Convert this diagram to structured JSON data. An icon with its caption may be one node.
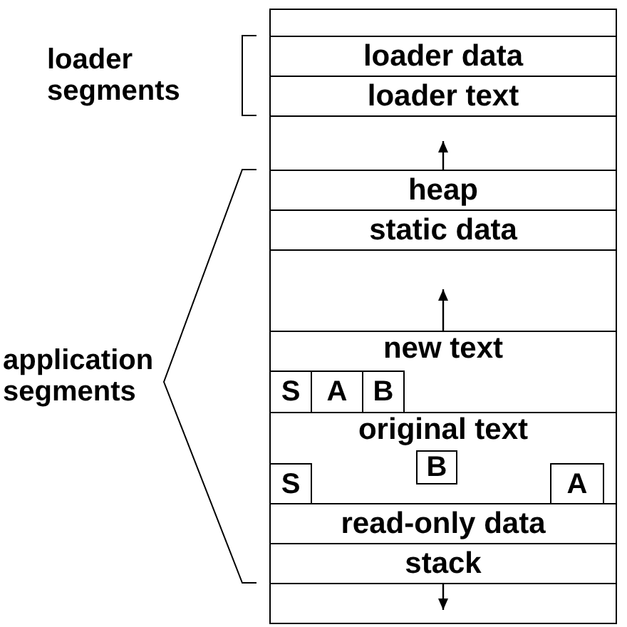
{
  "diagram": {
    "nodes": [
      {
        "text": [],
        "shape": "box"
      },
      {
        "text": [
          "loader data"
        ]
      },
      {
        "text": [
          "loader text"
        ]
      },
      {
        "text": [],
        "shape": "box"
      },
      {
        "text": [
          "heap"
        ]
      },
      {
        "text": [
          "static data"
        ]
      },
      {
        "text": [],
        "shape": "box"
      },
      {
        "text": [
          "new text"
        ]
      },
      {
        "text": [
          "S"
        ],
        "in": 7
      },
      {
        "text": [
          "A"
        ],
        "in": 7
      },
      {
        "text": [
          "B"
        ],
        "in": 7
      },
      {
        "text": [
          "original text"
        ]
      },
      {
        "text": [
          "S"
        ],
        "in": 11
      },
      {
        "text": [
          "B"
        ],
        "in": 11
      },
      {
        "text": [
          "A"
        ],
        "in": 11
      },
      {
        "text": [
          "read-only data"
        ]
      },
      {
        "text": [
          "stack"
        ]
      },
      {
        "text": [],
        "shape": "box"
      }
    ],
    "edges": [
      {
        "from": 4,
        "to": 3,
        "arrow": "to"
      },
      {
        "from": 7,
        "to": 6,
        "arrow": "to"
      },
      {
        "from": 16,
        "to": 17,
        "arrow": "to"
      }
    ],
    "labels": [
      "loader segments",
      "application segments"
    ]
  }
}
